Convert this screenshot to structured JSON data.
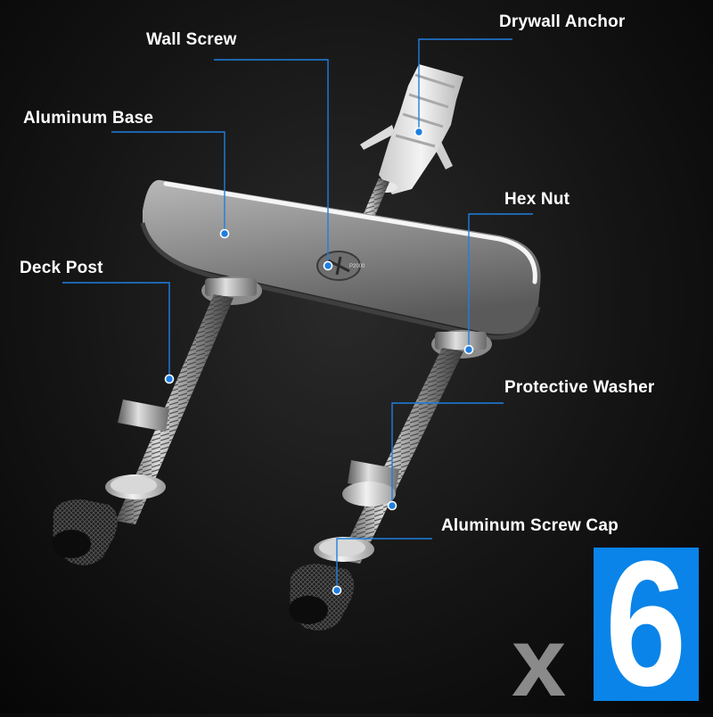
{
  "callouts": {
    "wall_screw": "Wall Screw",
    "drywall_anchor": "Drywall Anchor",
    "aluminum_base": "Aluminum Base",
    "hex_nut": "Hex Nut",
    "deck_post": "Deck Post",
    "protective_washer": "Protective Washer",
    "aluminum_screw_cap": "Aluminum Screw Cap"
  },
  "screw_head_text": "P2000",
  "quantity": {
    "prefix": "x",
    "count": "6"
  },
  "colors": {
    "accent": "#0a84e8",
    "leader_line": "#1e7fe0",
    "background": "#111111"
  }
}
